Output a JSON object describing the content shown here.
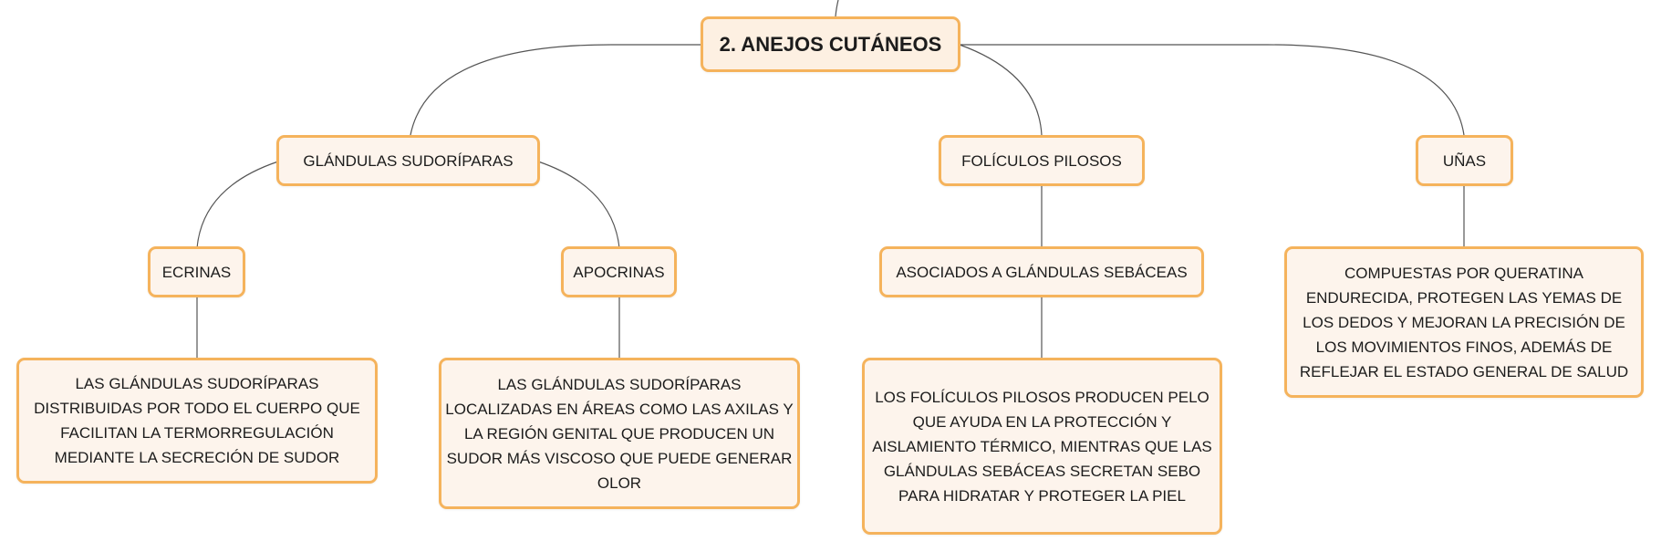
{
  "colors": {
    "node_fill": "#fdf4ec",
    "node_border": "#f5b35c",
    "connector": "#555555"
  },
  "root": {
    "label": "2. ANEJOS CUTÁNEOS"
  },
  "branches": {
    "glandulas": {
      "label": "GLÁNDULAS SUDORÍPARAS",
      "ecrinas": {
        "label": "ECRINAS",
        "description": "LAS GLÁNDULAS SUDORÍPARAS DISTRIBUIDAS POR TODO EL CUERPO QUE FACILITAN LA TERMORREGULACIÓN MEDIANTE LA SECRECIÓN DE SUDOR"
      },
      "apocrinas": {
        "label": "APOCRINAS",
        "description": "LAS GLÁNDULAS SUDORÍPARAS LOCALIZADAS EN ÁREAS COMO LAS AXILAS Y LA REGIÓN GENITAL QUE PRODUCEN UN SUDOR MÁS VISCOSO QUE PUEDE GENERAR OLOR"
      }
    },
    "foliculos": {
      "label": "FOLÍCULOS PILOSOS",
      "asociados": {
        "label": "ASOCIADOS A GLÁNDULAS SEBÁCEAS",
        "description": "LOS FOLÍCULOS PILOSOS PRODUCEN PELO QUE AYUDA EN LA PROTECCIÓN Y AISLAMIENTO TÉRMICO, MIENTRAS QUE LAS GLÁNDULAS SEBÁCEAS SECRETAN SEBO PARA HIDRATAR Y PROTEGER LA PIEL"
      }
    },
    "unas": {
      "label": "UÑAS",
      "description": "COMPUESTAS POR QUERATINA ENDURECIDA, PROTEGEN LAS YEMAS DE LOS DEDOS Y MEJORAN LA PRECISIÓN DE LOS MOVIMIENTOS FINOS, ADEMÁS DE REFLEJAR EL ESTADO GENERAL DE SALUD"
    }
  }
}
